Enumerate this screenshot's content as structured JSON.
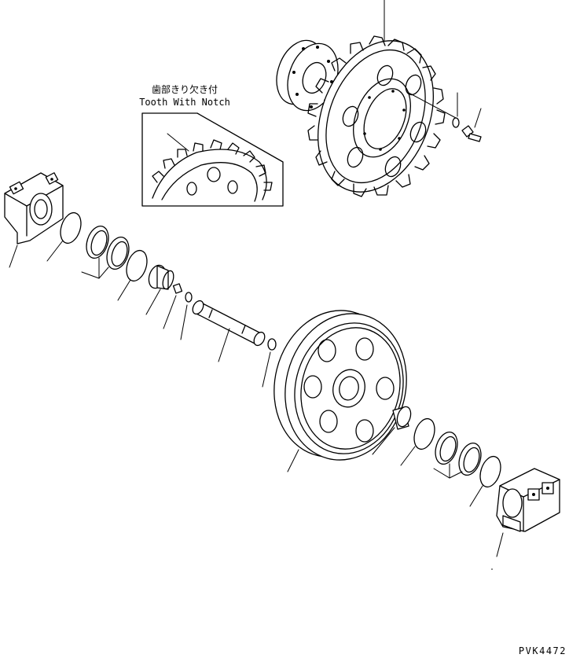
{
  "diagram": {
    "callout": {
      "label_jp": "歯部きり欠き付",
      "label_en": "Tooth With Notch"
    },
    "drawing_code": "PVK4472",
    "parts": [
      "sprocket-hub",
      "sprocket",
      "washer",
      "bolt",
      "bearing-housing-left",
      "seal-ring-left",
      "floating-seal-left",
      "o-ring-left",
      "bushing-left",
      "plug",
      "o-ring-small",
      "shaft",
      "o-ring-shaft",
      "idler-wheel",
      "bushing-right",
      "o-ring-right",
      "floating-seal-right",
      "seal-ring-right",
      "bearing-housing-right"
    ]
  }
}
